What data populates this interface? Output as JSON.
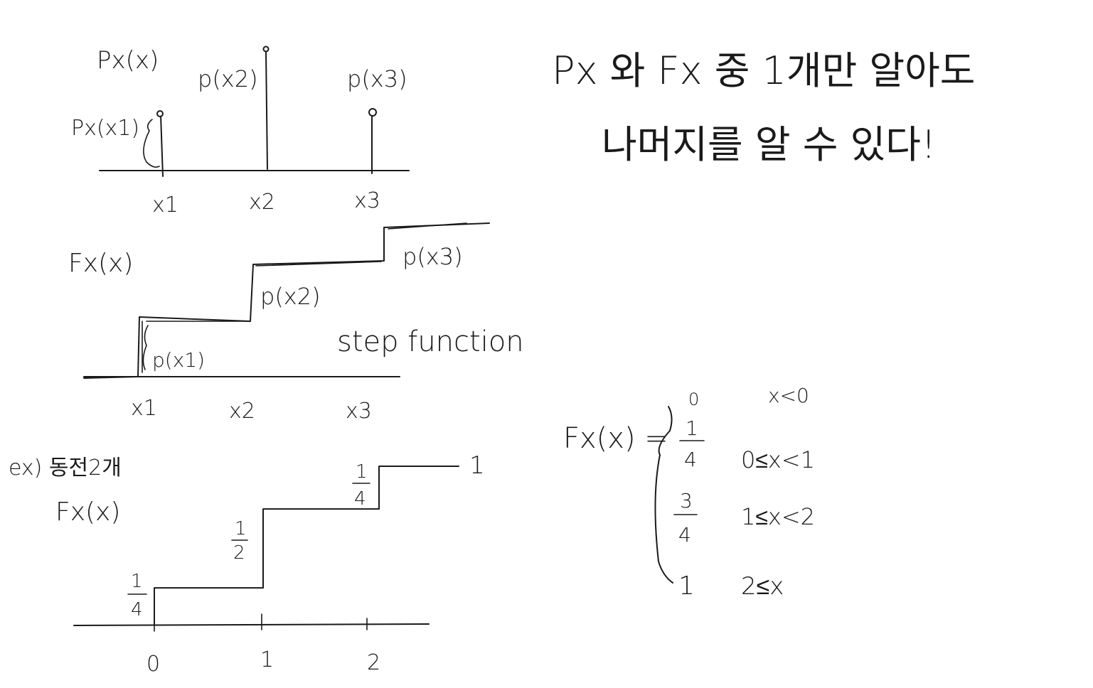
{
  "pmf_plot": {
    "title": "Px(x)",
    "mark_labels": [
      "Px(x1)",
      "p(x2)",
      "p(x3)"
    ],
    "x_ticks": [
      "x1",
      "x2",
      "x3"
    ]
  },
  "cdf_plot": {
    "title": "Fx(x)",
    "jump_labels": [
      "p(x1)",
      "p(x2)",
      "p(x3)"
    ],
    "x_ticks": [
      "x1",
      "x2",
      "x3"
    ],
    "caption": "step function"
  },
  "example_plot": {
    "label": "ex) 동전2개",
    "title": "Fx(x)",
    "x_ticks": [
      "0",
      "1",
      "2"
    ],
    "jump_labels": [
      "1/4",
      "1/2",
      "1/4"
    ],
    "end_value": "1",
    "levels": [
      0.25,
      0.75,
      1.0
    ]
  },
  "note": {
    "line1": "Px 와 Fx 중 1개만 알아도",
    "line2": "나머지를 알 수 있다!"
  },
  "piecewise": {
    "lhs": "Fx(x) =",
    "cases": [
      {
        "value": "0",
        "condition": "x<0"
      },
      {
        "value_num": "1",
        "value_den": "4",
        "condition": "0≤x<1"
      },
      {
        "value_num": "3",
        "value_den": "4",
        "condition": "1≤x<2"
      },
      {
        "value": "1",
        "condition": "2≤x"
      }
    ]
  }
}
